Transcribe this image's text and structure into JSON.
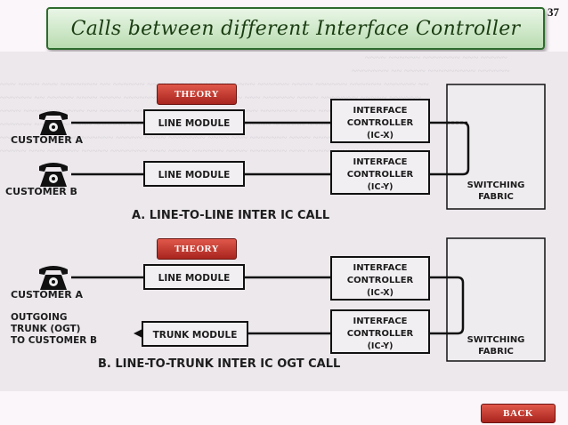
{
  "slide": {
    "title": "Calls between different Interface Controller",
    "page_number": "37",
    "theory_label": "THEORY",
    "back_label": "BACK"
  },
  "diagram_a": {
    "customer_a": "CUSTOMER A",
    "customer_b": "CUSTOMER B",
    "line_module_1": "LINE MODULE",
    "line_module_2": "LINE MODULE",
    "ic1": [
      "INTERFACE",
      "CONTROLLER",
      "(IC-X)"
    ],
    "ic2": [
      "INTERFACE",
      "CONTROLLER",
      "(IC-Y)"
    ],
    "fabric": [
      "SWITCHING",
      "FABRIC"
    ],
    "caption": "A. LINE-TO-LINE INTER IC CALL"
  },
  "diagram_b": {
    "customer_a": "CUSTOMER A",
    "outgoing": [
      "OUTGOING",
      "TRUNK (OGT)",
      "TO CUSTOMER B"
    ],
    "line_module": "LINE MODULE",
    "trunk_module": "TRUNK MODULE",
    "ic1": [
      "INTERFACE",
      "CONTROLLER",
      "(IC-X)"
    ],
    "ic2": [
      "INTERFACE",
      "CONTROLLER",
      "(IC-Y)"
    ],
    "fabric": [
      "SWITCHING",
      "FABRIC"
    ],
    "caption": "B. LINE-TO-TRUNK INTER IC OGT CALL"
  }
}
